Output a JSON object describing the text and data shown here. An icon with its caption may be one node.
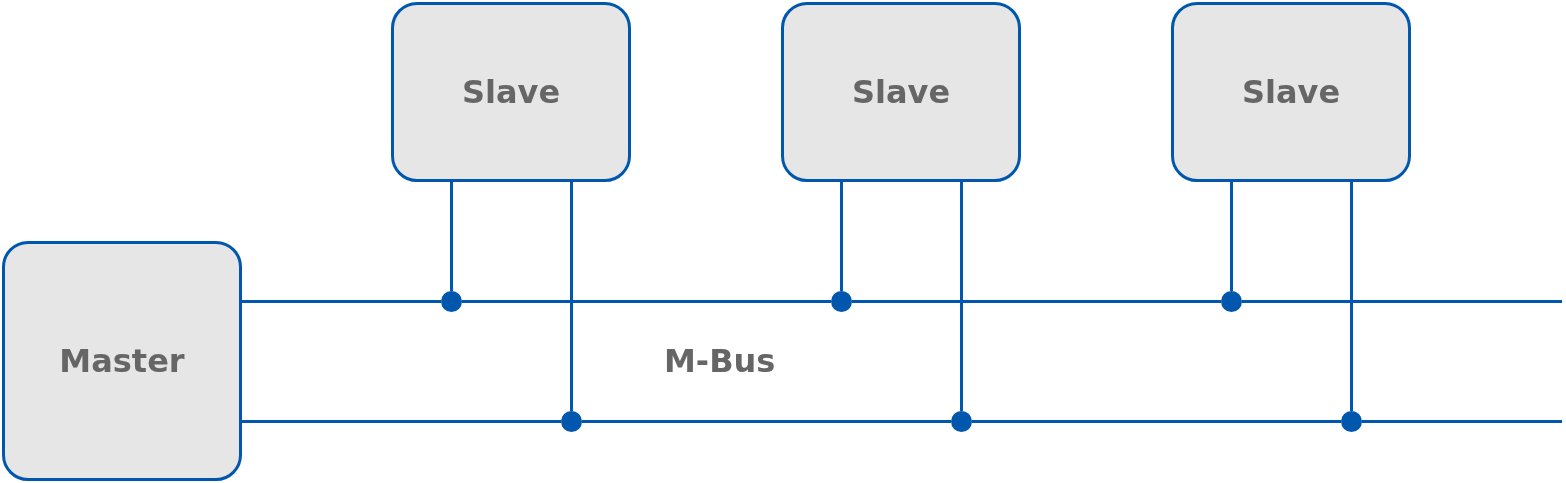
{
  "diagram": {
    "nodes": [
      {
        "text": [
          "Master"
        ]
      },
      {
        "text": [
          "Slave"
        ]
      },
      {
        "text": [
          "Slave"
        ]
      },
      {
        "text": [
          "Slave"
        ]
      },
      {
        "text": [],
        "shape": "circle"
      },
      {
        "text": [],
        "shape": "circle"
      },
      {
        "text": [],
        "shape": "circle"
      },
      {
        "text": [],
        "shape": "circle"
      },
      {
        "text": [],
        "shape": "circle"
      },
      {
        "text": [],
        "shape": "circle"
      }
    ],
    "edges": [
      {
        "from": 0,
        "to": 4,
        "arrow": "none"
      },
      {
        "from": 4,
        "to": 5,
        "arrow": "none"
      },
      {
        "from": 5,
        "to": 6,
        "arrow": "none"
      },
      {
        "from": 6,
        "to": null,
        "arrow": "none"
      },
      {
        "from": 0,
        "to": 7,
        "arrow": "none"
      },
      {
        "from": 7,
        "to": 8,
        "arrow": "none"
      },
      {
        "from": 8,
        "to": 9,
        "arrow": "none"
      },
      {
        "from": 9,
        "to": null,
        "arrow": "none"
      },
      {
        "from": 1,
        "to": 4,
        "arrow": "none"
      },
      {
        "from": 1,
        "to": 7,
        "arrow": "none"
      },
      {
        "from": 2,
        "to": 5,
        "arrow": "none"
      },
      {
        "from": 2,
        "to": 8,
        "arrow": "none"
      },
      {
        "from": 3,
        "to": 6,
        "arrow": "none"
      },
      {
        "from": 3,
        "to": 9,
        "arrow": "none"
      }
    ],
    "labels": [
      "M-Bus"
    ]
  }
}
